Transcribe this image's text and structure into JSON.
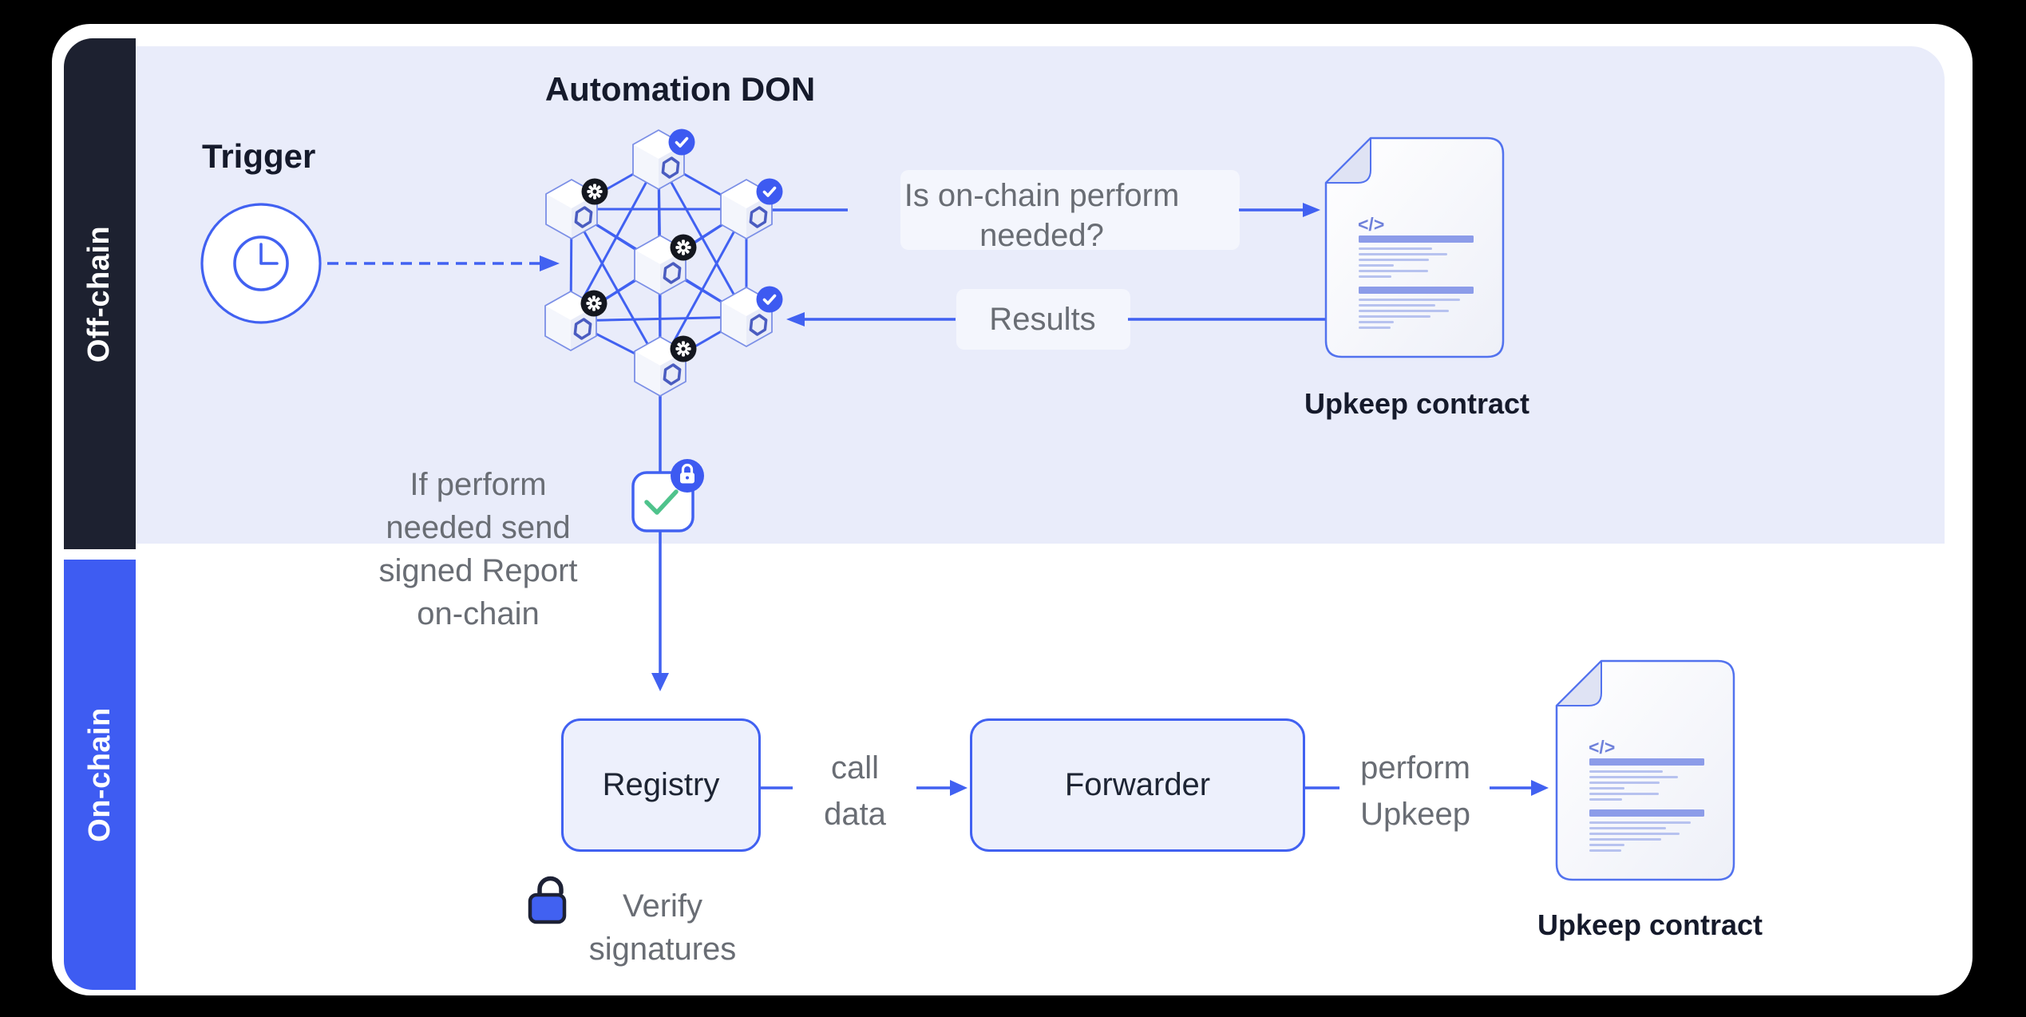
{
  "sections": {
    "offchain": "Off-chain",
    "onchain": "On-chain"
  },
  "offchain": {
    "trigger_label": "Trigger",
    "don_title": "Automation DON",
    "question": [
      "Is on-chain perform",
      "needed?"
    ],
    "results_label": "Results",
    "upkeep_contract_label": "Upkeep contract"
  },
  "onchain": {
    "condition": [
      "If perform",
      "needed send",
      "signed Report",
      "on-chain"
    ],
    "registry_label": "Registry",
    "call_data": [
      "call",
      "data"
    ],
    "forwarder_label": "Forwarder",
    "perform_upkeep": [
      "perform",
      "Upkeep"
    ],
    "verify": [
      "Verify",
      "signatures"
    ],
    "upkeep_contract_label": "Upkeep contract"
  },
  "icons": {
    "code_glyph": "</>",
    "trigger_icon": "clock-icon",
    "don_node_badges": [
      "check-badge",
      "gear-badge",
      "check-badge",
      "gear-badge",
      "gear-badge",
      "check-badge",
      "gear-badge"
    ],
    "report_icon": "signed-report-check-icon",
    "report_badge": "lock-badge",
    "verify_icon": "unlock-icon"
  },
  "colors": {
    "accent_blue": "#4161f1",
    "sidebar_on_blue": "#3e5cf2",
    "sidebar_dark_navy": "#1d2130",
    "offchain_lavender": "#e9ecfa",
    "gray_text": "#696d74",
    "dark_text": "#151a2b",
    "check_green": "#4fc38c",
    "badge_blue": "#3d5af1",
    "badge_black": "#14171f",
    "doc_bar_blue": "#8c9ce9",
    "doc_line_blue": "#b7c2ef"
  }
}
